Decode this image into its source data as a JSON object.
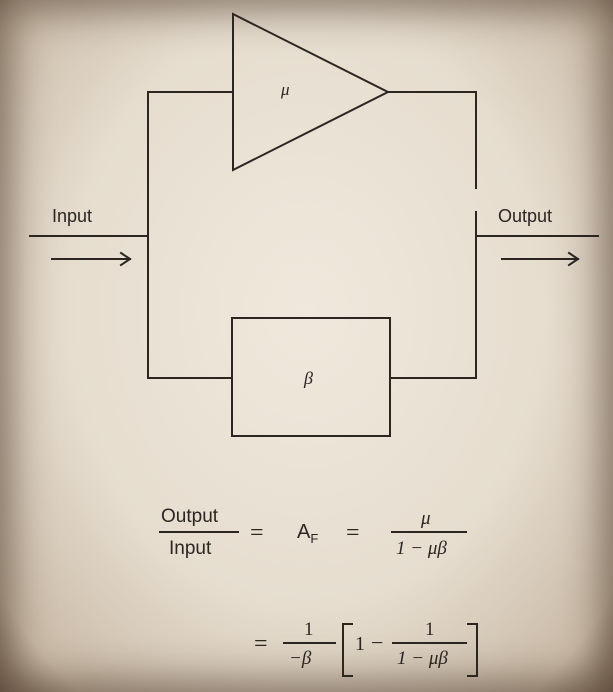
{
  "diagram": {
    "forward_label": "μ",
    "feedback_label": "β",
    "input_label": "Input",
    "output_label": "Output"
  },
  "equation": {
    "lhs_numerator": "Output",
    "lhs_denominator": "Input",
    "equals_1": "=",
    "af_main": "A",
    "af_sub": "F",
    "equals_2": "=",
    "rhs1_numerator": "μ",
    "rhs1_denominator": "1 − μβ",
    "equals_3": "=",
    "rhs2_numerator": "1",
    "rhs2_denominator": "−β",
    "bracket_one": "1",
    "bracket_minus": "−",
    "inner_numerator": "1",
    "inner_denominator": "1 − μβ"
  },
  "colors": {
    "ink": "#2b2622",
    "paper": "#ece5d8"
  }
}
